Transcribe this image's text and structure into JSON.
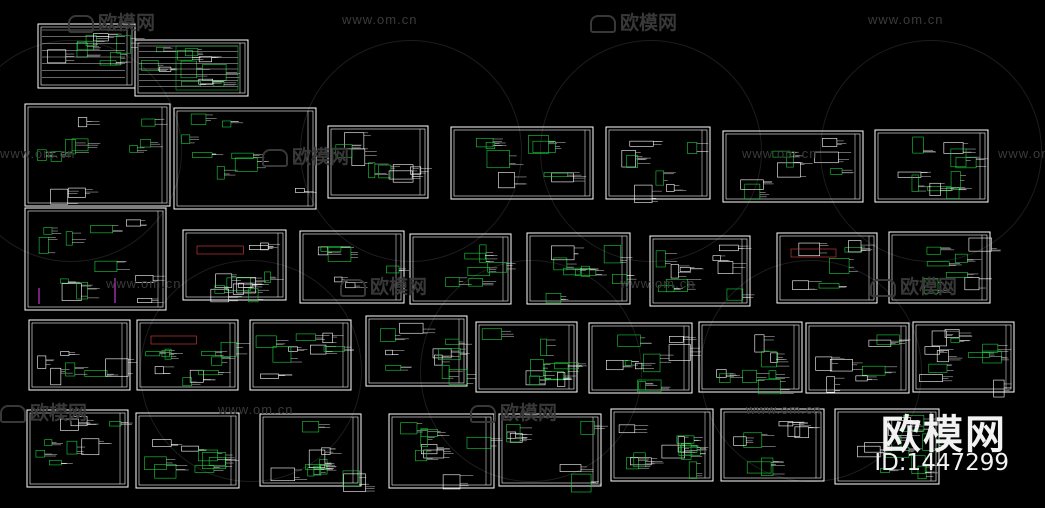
{
  "watermark": {
    "url_text": "www.om.cn",
    "brand_text": "欧模网",
    "id_text": "ID:1447299"
  },
  "colors": {
    "background": "#000000",
    "sheet_frame": "#ffffff",
    "linework_green": "#19d03a",
    "linework_magenta": "#c43ad0",
    "linework_red": "#e04040",
    "watermark": "#383838"
  }
}
